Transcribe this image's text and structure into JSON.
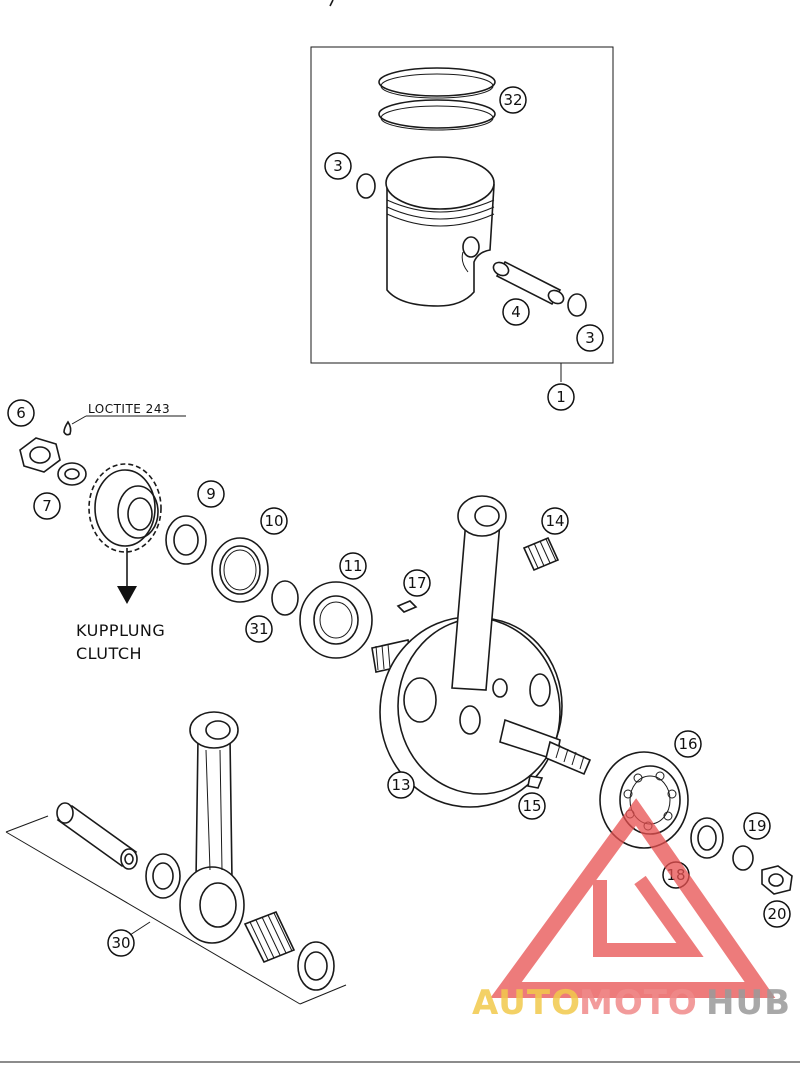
{
  "labels": {
    "loctite": "LOCTITE 243",
    "clutch_de": "KUPPLUNG",
    "clutch_en": "CLUTCH"
  },
  "callouts": {
    "c32": "32",
    "c3a": "3",
    "c4": "4",
    "c3b": "3",
    "c1": "1",
    "c6": "6",
    "c7": "7",
    "c9": "9",
    "c10": "10",
    "c11": "11",
    "c31": "31",
    "c17": "17",
    "c14": "14",
    "c13": "13",
    "c15": "15",
    "c16": "16",
    "c19": "19",
    "c18": "18",
    "c20": "20",
    "c30": "30"
  },
  "watermark": {
    "part1": "AUTO",
    "part2": "MOTO",
    "part3": "HUB",
    "color1": "#f2c94c",
    "color2": "#f08a8a",
    "color3": "#9a9a9a",
    "logo_color": "#e85050"
  }
}
